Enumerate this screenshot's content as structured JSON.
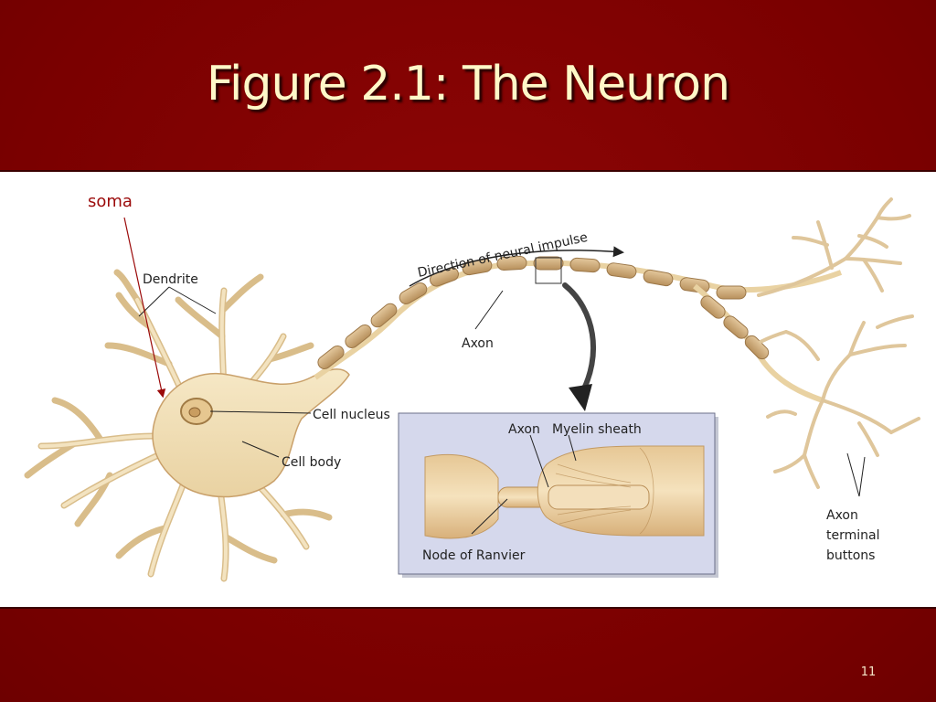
{
  "slide": {
    "title": "Figure 2.1: The Neuron",
    "page_number": "11"
  },
  "diagram": {
    "labels": {
      "soma": "soma",
      "dendrite": "Dendrite",
      "direction": "Direction of neural impulse",
      "axon": "Axon",
      "cell_nucleus": "Cell nucleus",
      "cell_body": "Cell body",
      "inset_axon": "Axon",
      "myelin_sheath": "Myelin sheath",
      "node_of_ranvier": "Node of Ranvier",
      "terminal_line1": "Axon",
      "terminal_line2": "terminal",
      "terminal_line3": "buttons"
    },
    "colors": {
      "background": "#7a0000",
      "title": "#fff8c8",
      "soma_label": "#9b0a0a",
      "cell": "#f1dfb6",
      "cell_outline": "#c9a06a",
      "myelin": "#c9a779",
      "inset_bg": "#d5d8ec"
    }
  }
}
